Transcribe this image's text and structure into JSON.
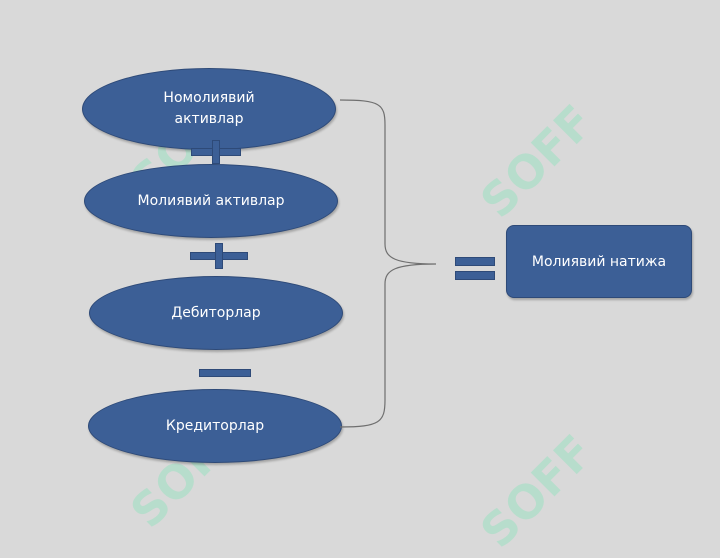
{
  "diagram": {
    "items": [
      {
        "label": "Номолиявий\nактивлар"
      },
      {
        "label": "Молиявий активлар"
      },
      {
        "label": "Дебиторлар"
      },
      {
        "label": "Кредиторлар"
      }
    ],
    "operators": [
      "+",
      "+",
      "−"
    ],
    "equals": "=",
    "result": "Молиявий натижа"
  },
  "watermark": {
    "text": "SOFF",
    "color": "#78e6b4"
  },
  "colors": {
    "background": "#d9d9d9",
    "shape_fill": "#3c5f96",
    "shape_border": "#2e4a78",
    "bracket": "#6f6f6f"
  }
}
